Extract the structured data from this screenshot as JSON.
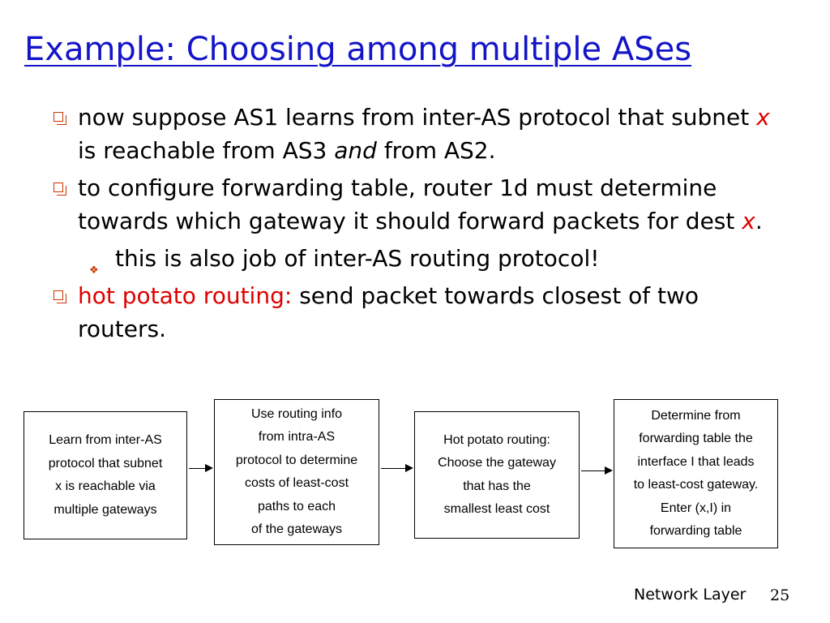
{
  "slide": {
    "title": "Example: Choosing among multiple ASes",
    "bullets": [
      {
        "parts": {
          "a": "now suppose AS1 learns from inter-AS protocol that subnet ",
          "b": "x",
          "c": " is reachable from AS3 ",
          "d": "and",
          "e": " from AS2."
        }
      },
      {
        "parts": {
          "a": "to configure forwarding table, router 1d must determine towards which gateway it should forward packets for dest ",
          "b": "x",
          "c": "."
        },
        "sub": "this is also job of inter-AS routing protocol!"
      },
      {
        "parts": {
          "a": "hot potato routing:",
          "b": " send packet towards closest of two routers."
        }
      }
    ]
  },
  "flow": {
    "boxes": [
      {
        "lines": [
          "Learn from inter-AS",
          "protocol that subnet",
          "x is reachable via",
          "multiple gateways"
        ]
      },
      {
        "lines": [
          "Use routing info",
          "from intra-AS",
          "protocol to determine",
          "costs of least-cost",
          "paths to each",
          "of the gateways"
        ]
      },
      {
        "lines": [
          "Hot potato routing:",
          "Choose the gateway",
          "that has the",
          "smallest least cost"
        ]
      },
      {
        "lines": [
          "Determine from",
          "forwarding table the",
          "interface I that leads",
          "to least-cost gateway.",
          "Enter (x,I) in",
          "forwarding table"
        ]
      }
    ]
  },
  "footer": {
    "label": "Network Layer",
    "page": "25"
  }
}
